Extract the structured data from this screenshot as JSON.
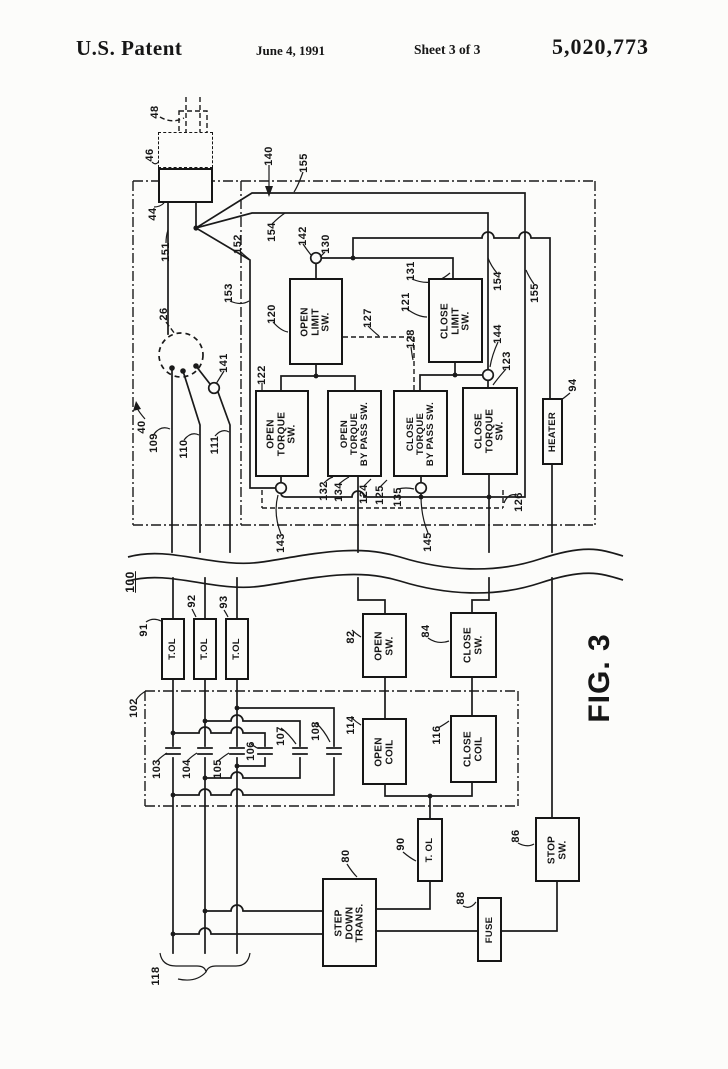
{
  "header": {
    "title": "U.S. Patent",
    "date": "June 4, 1991",
    "sheet": "Sheet 3 of 3",
    "patent_number": "5,020,773"
  },
  "figure_caption": "FIG. 3",
  "colors": {
    "ink": "#1a1a1a",
    "paper": "#fcfcfa"
  },
  "boxes": {
    "open_limit": {
      "lines": [
        "OPEN",
        "LIMIT",
        "SW."
      ]
    },
    "close_limit": {
      "lines": [
        "CLOSE",
        "LIMIT",
        "SW."
      ]
    },
    "open_torque": {
      "lines": [
        "OPEN",
        "TORQUE",
        "SW."
      ]
    },
    "open_torque_bypass": {
      "lines": [
        "OPEN",
        "TORQUE",
        "BY PASS SW."
      ]
    },
    "close_torque_bypass": {
      "lines": [
        "CLOSE",
        "TORQUE",
        "BY PASS SW."
      ]
    },
    "close_torque": {
      "lines": [
        "CLOSE",
        "TORQUE",
        "SW."
      ]
    },
    "heater": {
      "lines": [
        "HEATER"
      ]
    },
    "tol91": {
      "lines": [
        "T.OL"
      ]
    },
    "tol92": {
      "lines": [
        "T.OL"
      ]
    },
    "tol93": {
      "lines": [
        "T.OL"
      ]
    },
    "open_sw": {
      "lines": [
        "OPEN",
        "SW."
      ]
    },
    "close_sw": {
      "lines": [
        "CLOSE",
        "SW."
      ]
    },
    "open_coil": {
      "lines": [
        "OPEN",
        "COIL"
      ]
    },
    "close_coil": {
      "lines": [
        "CLOSE",
        "COIL"
      ]
    },
    "step_down_trans": {
      "lines": [
        "STEP",
        "DOWN",
        "TRANS."
      ]
    },
    "tol90": {
      "lines": [
        "T. OL"
      ]
    },
    "fuse": {
      "lines": [
        "FUSE"
      ]
    },
    "stop_sw": {
      "lines": [
        "STOP",
        "SW."
      ]
    }
  },
  "refs": {
    "r26": "26",
    "r40": "40",
    "r44": "44",
    "r46": "46",
    "r48": "48",
    "r80": "80",
    "r82": "82",
    "r84": "84",
    "r86": "86",
    "r88": "88",
    "r90": "90",
    "r91": "91",
    "r92": "92",
    "r93": "93",
    "r94": "94",
    "r100": "100",
    "r102": "102",
    "r103": "103",
    "r104": "104",
    "r105": "105",
    "r106": "106",
    "r107": "107",
    "r108": "108",
    "r109": "109",
    "r110": "110",
    "r111": "111",
    "r114": "114",
    "r116": "116",
    "r118": "118",
    "r120": "120",
    "r121": "121",
    "r122": "122",
    "r123": "123",
    "r124": "124",
    "r125": "125",
    "r126": "126",
    "r127": "127",
    "r128": "128",
    "r130": "130",
    "r131": "131",
    "r132": "132",
    "r134": "134",
    "r135": "135",
    "r140": "140",
    "r141": "141",
    "r142": "142",
    "r143": "143",
    "r144": "144",
    "r145": "145",
    "r151": "151",
    "r152": "152",
    "r153": "153",
    "r154": "154",
    "r154b": "154",
    "r155": "155",
    "r155b": "155"
  }
}
